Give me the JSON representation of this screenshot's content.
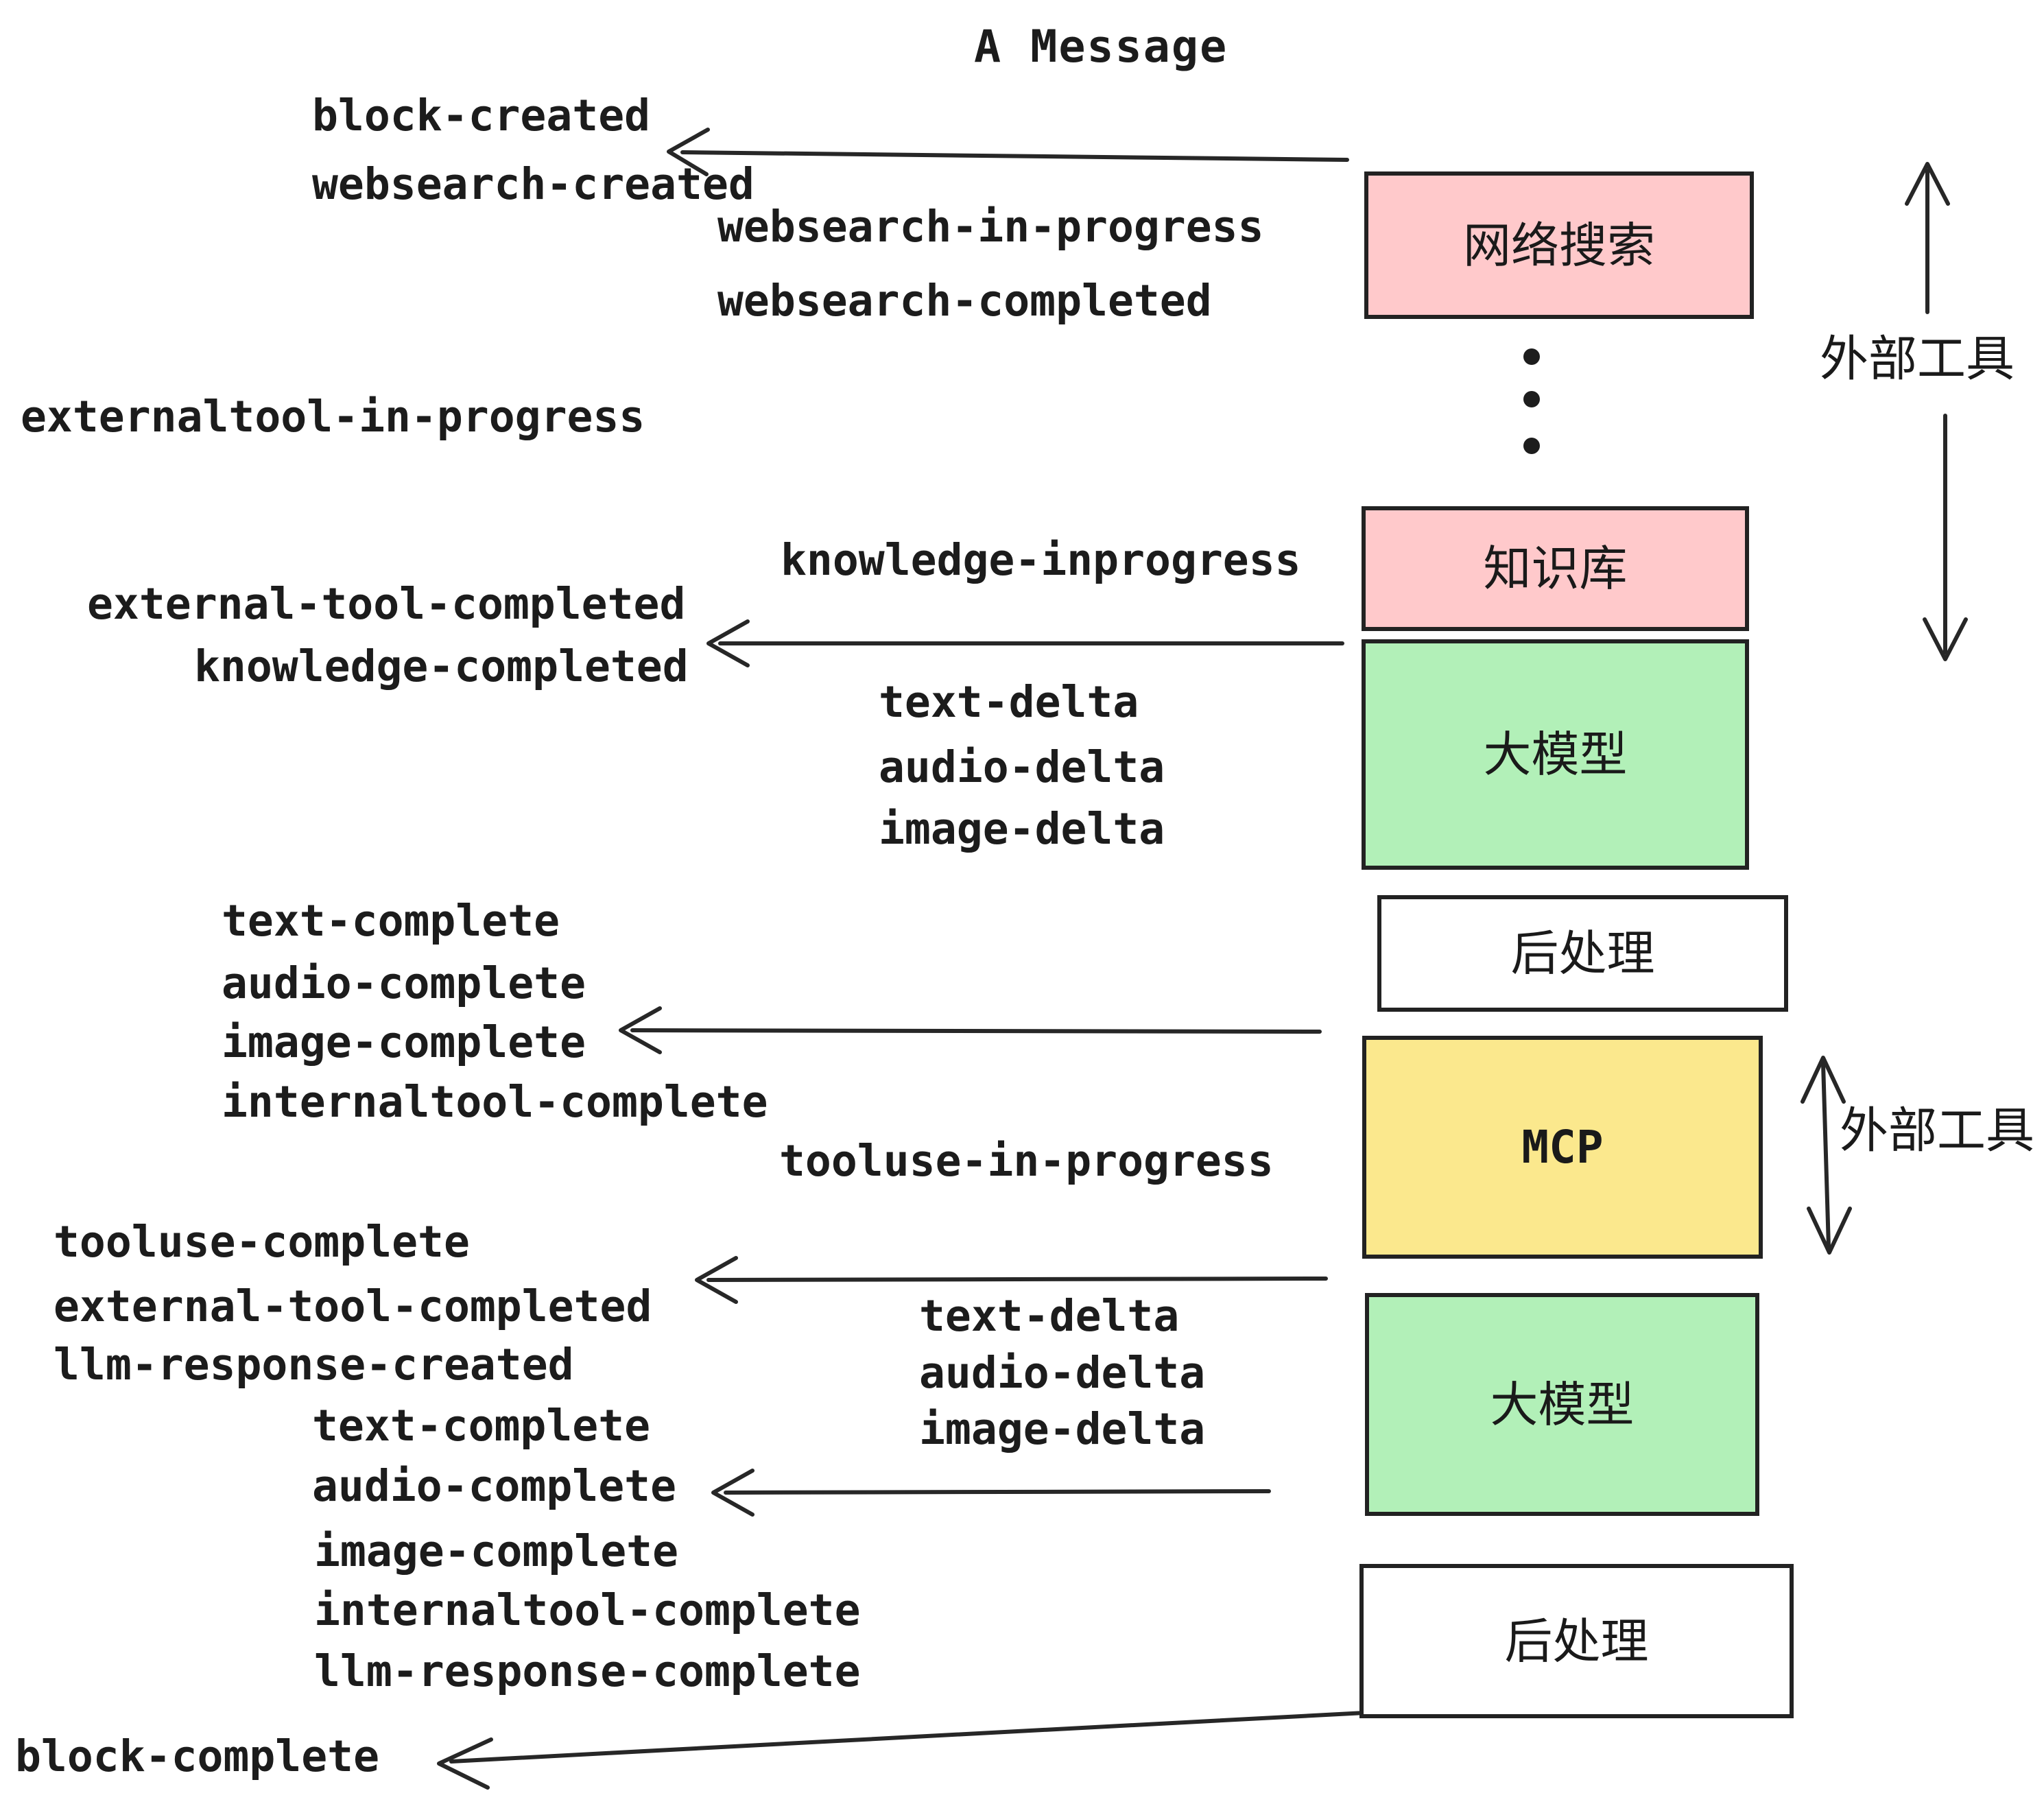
{
  "title": "A Message",
  "colors": {
    "pink": "#ffc9cb",
    "green": "#b2f0b8",
    "yellow": "#fbe88d",
    "white": "#ffffff",
    "stroke": "#272727",
    "text": "#1c1c1c"
  },
  "boxes": [
    {
      "id": "websearch",
      "label": "网络搜索",
      "fill": "pink"
    },
    {
      "id": "knowledge-base",
      "label": "知识库",
      "fill": "pink"
    },
    {
      "id": "llm-1",
      "label": "大模型",
      "fill": "green"
    },
    {
      "id": "postprocess-1",
      "label": "后处理",
      "fill": "white"
    },
    {
      "id": "mcp",
      "label": "MCP",
      "fill": "yellow"
    },
    {
      "id": "llm-2",
      "label": "大模型",
      "fill": "green"
    },
    {
      "id": "postprocess-2",
      "label": "后处理",
      "fill": "white"
    }
  ],
  "side_labels": {
    "external_tool_top": "外部工具",
    "external_tool_mcp": "外部工具"
  },
  "events": [
    "block-created",
    "websearch-created",
    "websearch-in-progress",
    "websearch-completed",
    "externaltool-in-progress",
    "knowledge-inprogress",
    "external-tool-completed",
    "knowledge-completed",
    "text-delta",
    "audio-delta",
    "image-delta",
    "text-complete",
    "audio-complete",
    "image-complete",
    "internaltool-complete",
    "tooluse-in-progress",
    "tooluse-complete",
    "external-tool-completed",
    "llm-response-created",
    "text-complete",
    "audio-complete",
    "text-delta",
    "audio-delta",
    "image-delta",
    "image-complete",
    "internaltool-complete",
    "llm-response-complete",
    "block-complete"
  ]
}
